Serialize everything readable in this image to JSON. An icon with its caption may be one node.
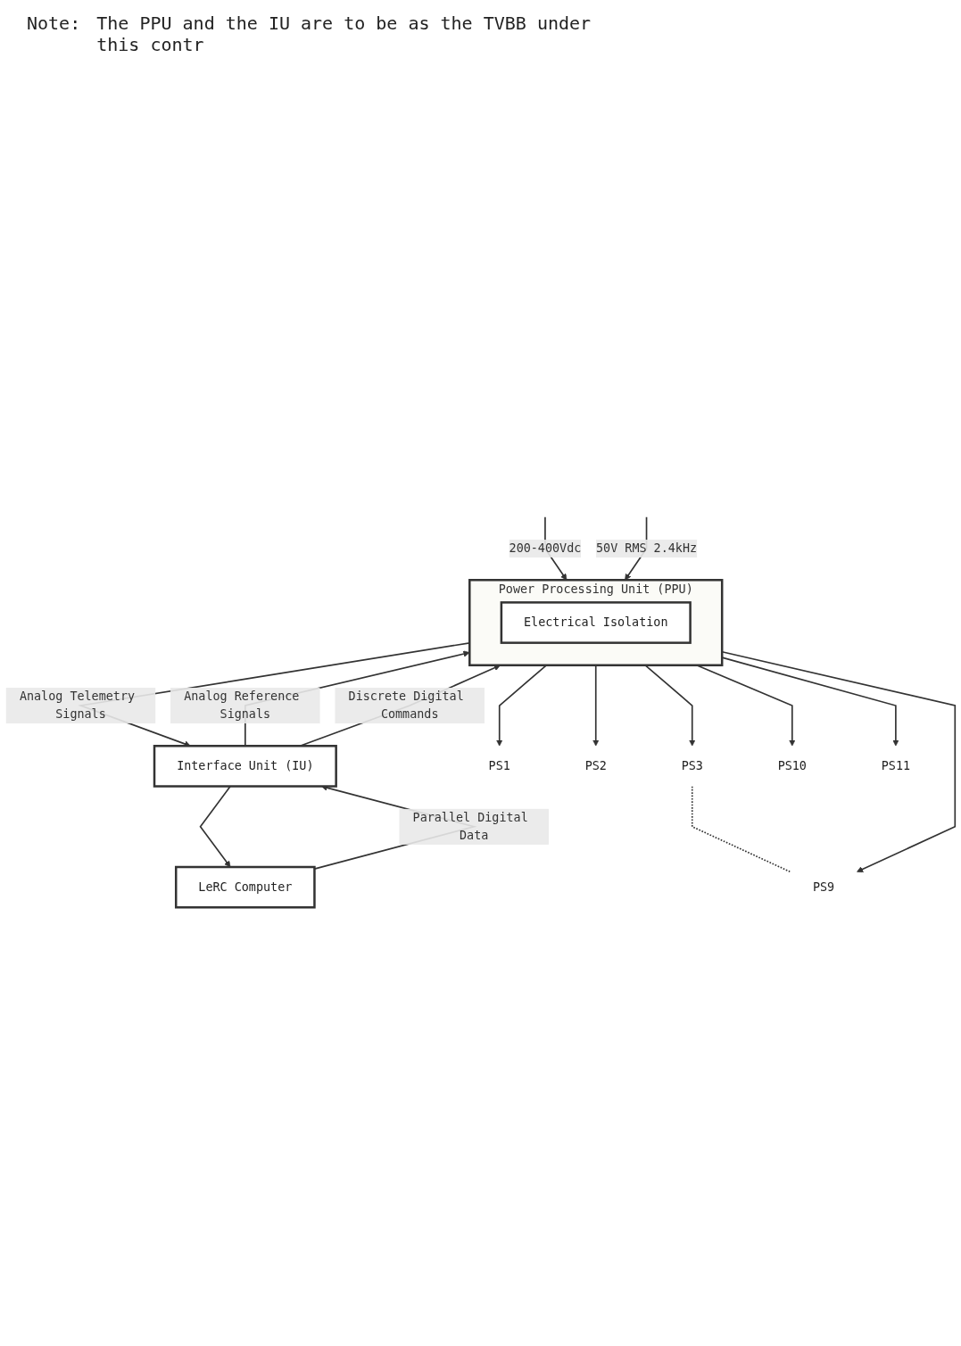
{
  "diagram": {
    "nodes": [
      {
        "text": [
          "LeRC Computer"
        ]
      },
      {
        "text": [
          "Interface Unit (IU)"
        ]
      },
      {
        "text": [
          "Power Processing Unit (PPU)"
        ]
      },
      {
        "text": [
          "Electrical Isolation"
        ],
        "in": 2
      },
      {
        "text": [
          "PS1"
        ]
      },
      {
        "text": [
          "PS2"
        ]
      },
      {
        "text": [
          "PS3"
        ]
      },
      {
        "text": [
          "PS9"
        ]
      },
      {
        "text": [
          "PS10"
        ]
      },
      {
        "text": [
          "PS11"
        ]
      }
    ],
    "edges": [
      {
        "from": 0,
        "to": 1,
        "arrow": "to",
        "label": "Parallel Digital Data"
      },
      {
        "from": 1,
        "to": 0,
        "arrow": "to"
      },
      {
        "from": 1,
        "to": 2,
        "arrow": "to",
        "label": "Analog Reference Signals"
      },
      {
        "from": 1,
        "to": 2,
        "arrow": "to",
        "label": "Discrete Digital Commands"
      },
      {
        "from": 2,
        "to": 1,
        "arrow": "to",
        "label": "Analog Telemetry Signals"
      },
      {
        "from": null,
        "to": 2,
        "arrow": "to",
        "label": "200-400Vdc"
      },
      {
        "from": null,
        "to": 2,
        "arrow": "to",
        "label": "50V RMS  2.4kHz"
      },
      {
        "from": 2,
        "to": 4,
        "arrow": "to"
      },
      {
        "from": 2,
        "to": 5,
        "arrow": "to"
      },
      {
        "from": 2,
        "to": 6,
        "arrow": "to"
      },
      {
        "from": 2,
        "to": 7,
        "arrow": "to"
      },
      {
        "from": 2,
        "to": 8,
        "arrow": "to"
      },
      {
        "from": 2,
        "to": 9,
        "arrow": "to"
      },
      {
        "from": 6,
        "to": 7,
        "arrow": "none",
        "style": "dashed"
      }
    ],
    "labels": [
      "Note:",
      "The PPU and the IU are to be as the TVBB under this contr"
    ]
  }
}
